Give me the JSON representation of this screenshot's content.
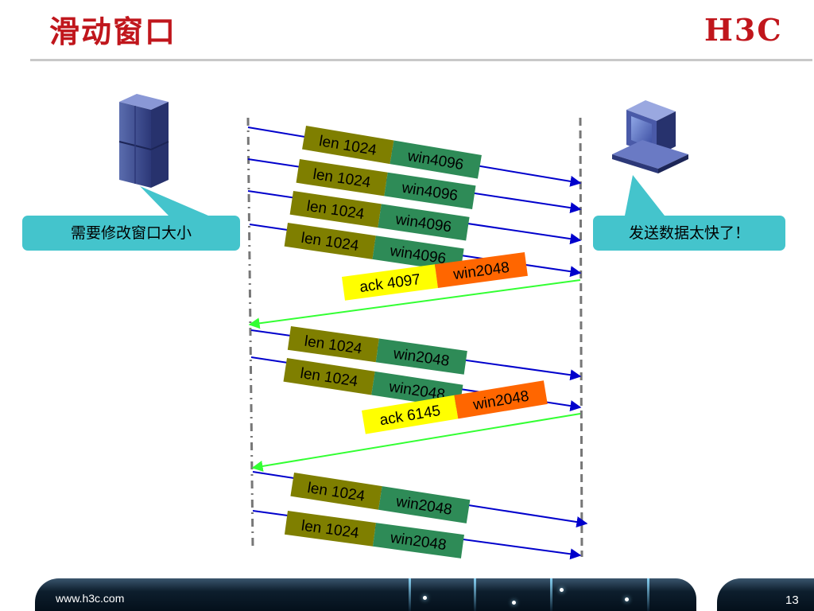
{
  "slide": {
    "title": "滑动窗口",
    "logo_text": "H3C",
    "page_number": "13",
    "footer_url": "www.h3c.com"
  },
  "callouts": {
    "left": "需要修改窗口大小",
    "right": "发送数据太快了！"
  },
  "colors": {
    "title": "#c0161c",
    "len_box": "#7f7f00",
    "win_box": "#2e8b57",
    "ack_box": "#ffff00",
    "ack_win_box": "#ff6600",
    "data_arrow": "#0000cc",
    "ack_arrow": "#33ff33",
    "callout": "#44c4cc"
  },
  "messages": [
    {
      "kind": "data",
      "len": "len 1024",
      "win": "win4096"
    },
    {
      "kind": "data",
      "len": "len 1024",
      "win": "win4096"
    },
    {
      "kind": "data",
      "len": "len 1024",
      "win": "win4096"
    },
    {
      "kind": "data",
      "len": "len 1024",
      "win": "win4096"
    },
    {
      "kind": "ack",
      "ack": "ack 4097",
      "win": "win2048"
    },
    {
      "kind": "data",
      "len": "len 1024",
      "win": "win2048"
    },
    {
      "kind": "data",
      "len": "len 1024",
      "win": "win2048"
    },
    {
      "kind": "ack",
      "ack": "ack 6145",
      "win": "win2048"
    },
    {
      "kind": "data",
      "len": "len 1024",
      "win": "win2048"
    },
    {
      "kind": "data",
      "len": "len 1024",
      "win": "win2048"
    }
  ]
}
